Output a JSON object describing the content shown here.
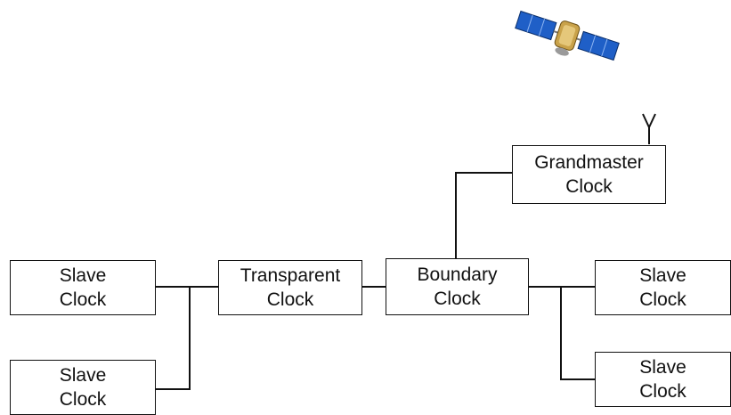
{
  "diagram": {
    "nodes": {
      "grandmaster": {
        "line1": "Grandmaster",
        "line2": "Clock"
      },
      "boundary": {
        "line1": "Boundary",
        "line2": "Clock"
      },
      "transparent": {
        "line1": "Transparent",
        "line2": "Clock"
      },
      "slave_left_top": {
        "line1": "Slave",
        "line2": "Clock"
      },
      "slave_left_bottom": {
        "line1": "Slave",
        "line2": "Clock"
      },
      "slave_right_top": {
        "line1": "Slave",
        "line2": "Clock"
      },
      "slave_right_bottom": {
        "line1": "Slave",
        "line2": "Clock"
      }
    },
    "icons": {
      "satellite": "satellite-icon",
      "antenna": "antenna-icon"
    },
    "colors": {
      "line": "#111111",
      "satellite_panel": "#1f5fc7",
      "satellite_body": "#c9a24a"
    }
  }
}
